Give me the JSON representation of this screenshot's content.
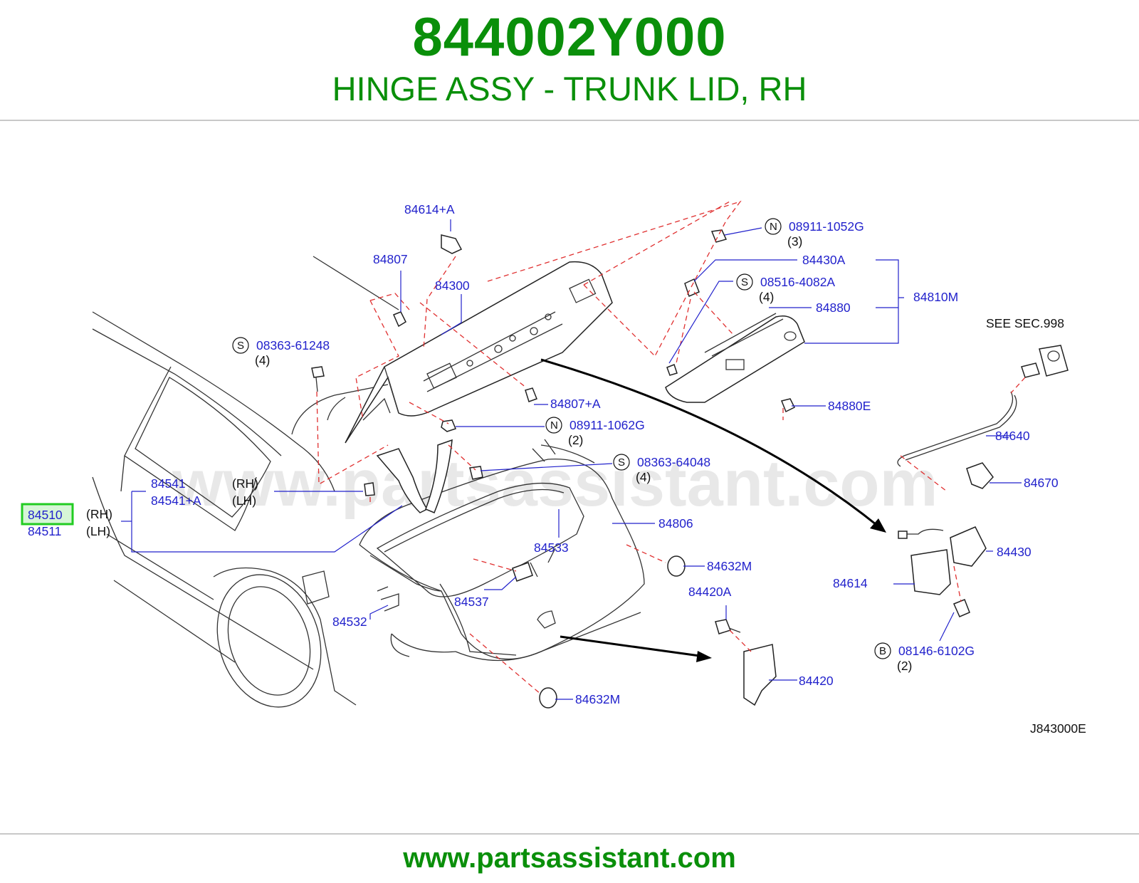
{
  "header": {
    "part_number": "844002Y000",
    "description": "HINGE ASSY - TRUNK LID, RH"
  },
  "footer": {
    "url": "www.partsassistant.com"
  },
  "diagram": {
    "watermark": "www.partsassistant.com",
    "highlight_color": "#22cc22",
    "label_color": "#2222cc",
    "ref_code": "J843000E",
    "see_note": "SEE   SEC.998",
    "labels": {
      "p84614a": "84614+A",
      "p84807": "84807",
      "p84300": "84300",
      "p84807a": "84807+A",
      "p84430a": "84430A",
      "p84880": "84880",
      "p84810m": "84810M",
      "p84880e": "84880E",
      "p84640": "84640",
      "p84670": "84670",
      "p84541": "84541",
      "p84541a": "84541+A",
      "p84510": "84510",
      "p84511": "84511",
      "p84533": "84533",
      "p84806": "84806",
      "p84430": "84430",
      "p84632m_a": "84632M",
      "p84420a": "84420A",
      "p84614": "84614",
      "p84537": "84537",
      "p84532": "84532",
      "p84420": "84420",
      "p84632m_b": "84632M"
    },
    "fasteners": {
      "n1": {
        "prefix": "N",
        "code": "08911-1052G",
        "qty": "(3)"
      },
      "s1": {
        "prefix": "S",
        "code": "08516-4082A",
        "qty": "(4)"
      },
      "s2": {
        "prefix": "S",
        "code": "08363-61248",
        "qty": "(4)"
      },
      "n2": {
        "prefix": "N",
        "code": "08911-1062G",
        "qty": "(2)"
      },
      "s3": {
        "prefix": "S",
        "code": "08363-64048",
        "qty": "(4)"
      },
      "b1": {
        "prefix": "B",
        "code": "08146-6102G",
        "qty": "(2)"
      }
    },
    "sides": {
      "rh": "(RH)",
      "lh": "(LH)"
    }
  }
}
